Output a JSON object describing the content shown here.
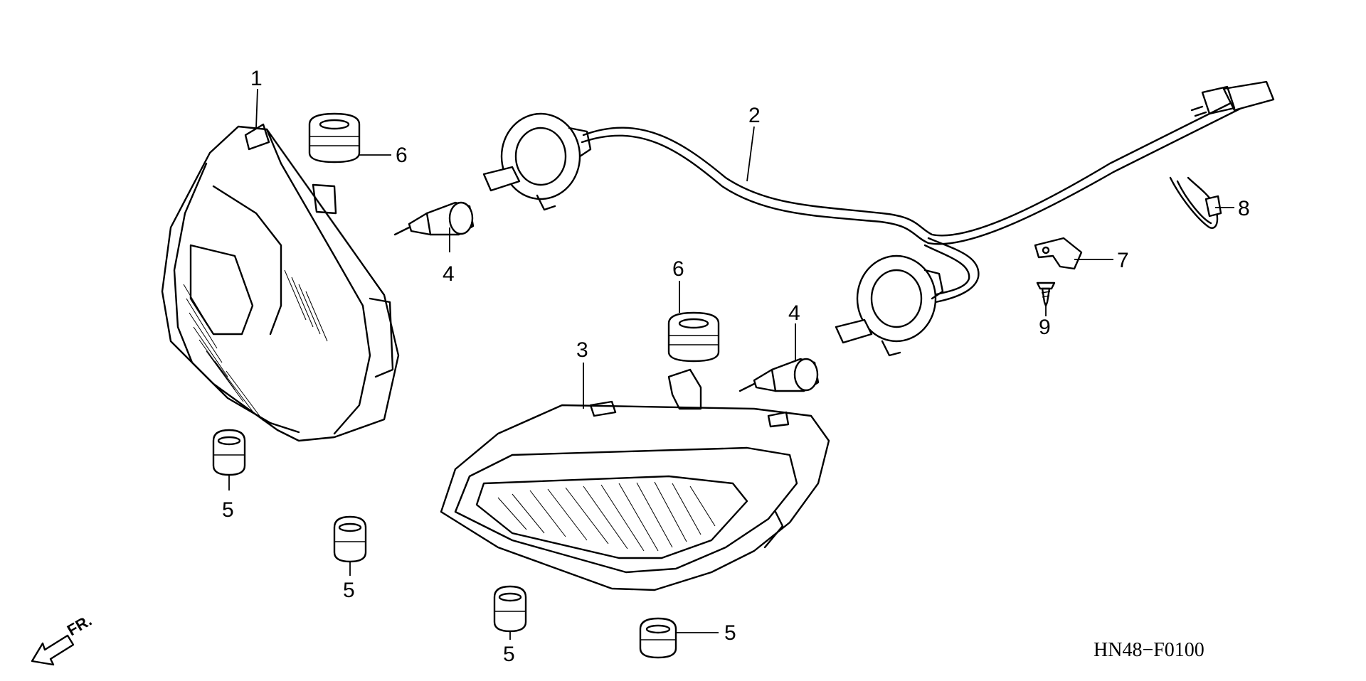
{
  "diagram": {
    "code": "HN48−F0100",
    "front_label": "FR.",
    "callouts": {
      "c1": "1",
      "c2": "2",
      "c3": "3",
      "c4a": "4",
      "c4b": "4",
      "c5a": "5",
      "c5b": "5",
      "c5c": "5",
      "c5d": "5",
      "c6a": "6",
      "c6b": "6",
      "c7": "7",
      "c8": "8",
      "c9": "9"
    }
  }
}
